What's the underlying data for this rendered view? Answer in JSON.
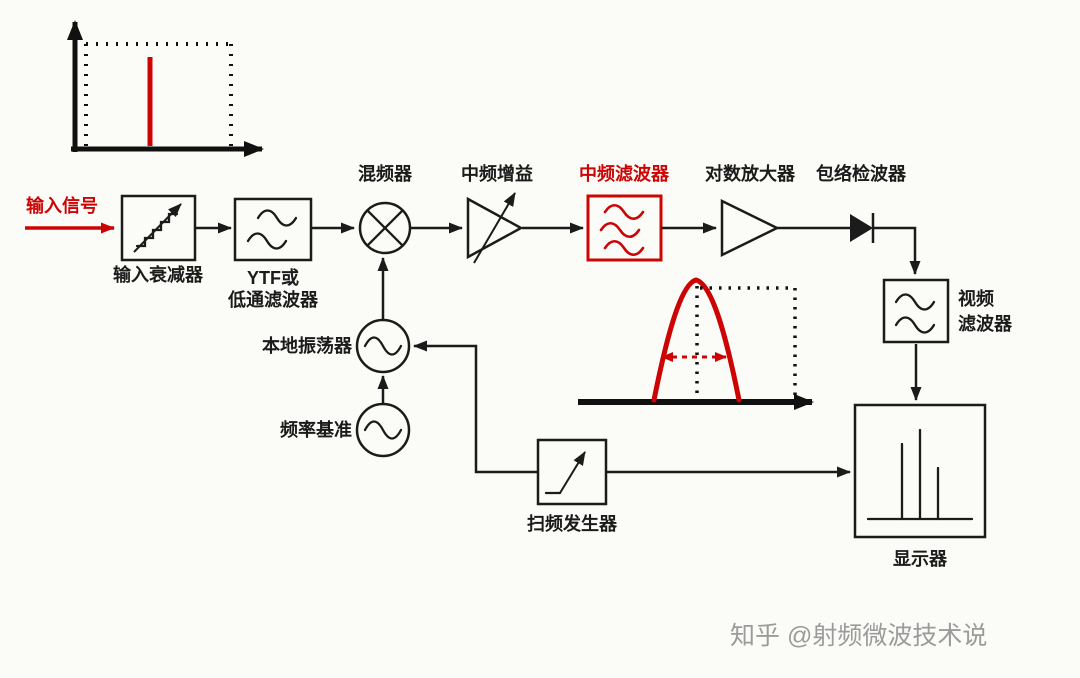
{
  "labels": {
    "input_signal": "输入信号",
    "input_attenuator": "输入衰减器",
    "ytf_filter_line1": "YTF或",
    "ytf_filter_line2": "低通滤波器",
    "mixer": "混频器",
    "if_gain": "中频增益",
    "if_filter": "中频滤波器",
    "log_amplifier": "对数放大器",
    "envelope_detector": "包络检波器",
    "video_filter_line1": "视频",
    "video_filter_line2": "滤波器",
    "local_oscillator": "本地振荡器",
    "frequency_reference": "频率基准",
    "sweep_generator": "扫频发生器",
    "display": "显示器"
  },
  "watermark": {
    "text": "知乎 @射频微波技术说"
  },
  "colors": {
    "highlight_red": "#cc0404",
    "line_black": "#1b1b1b",
    "watermark_gray": "#9b9b9b",
    "background": "#fbfbf8"
  }
}
